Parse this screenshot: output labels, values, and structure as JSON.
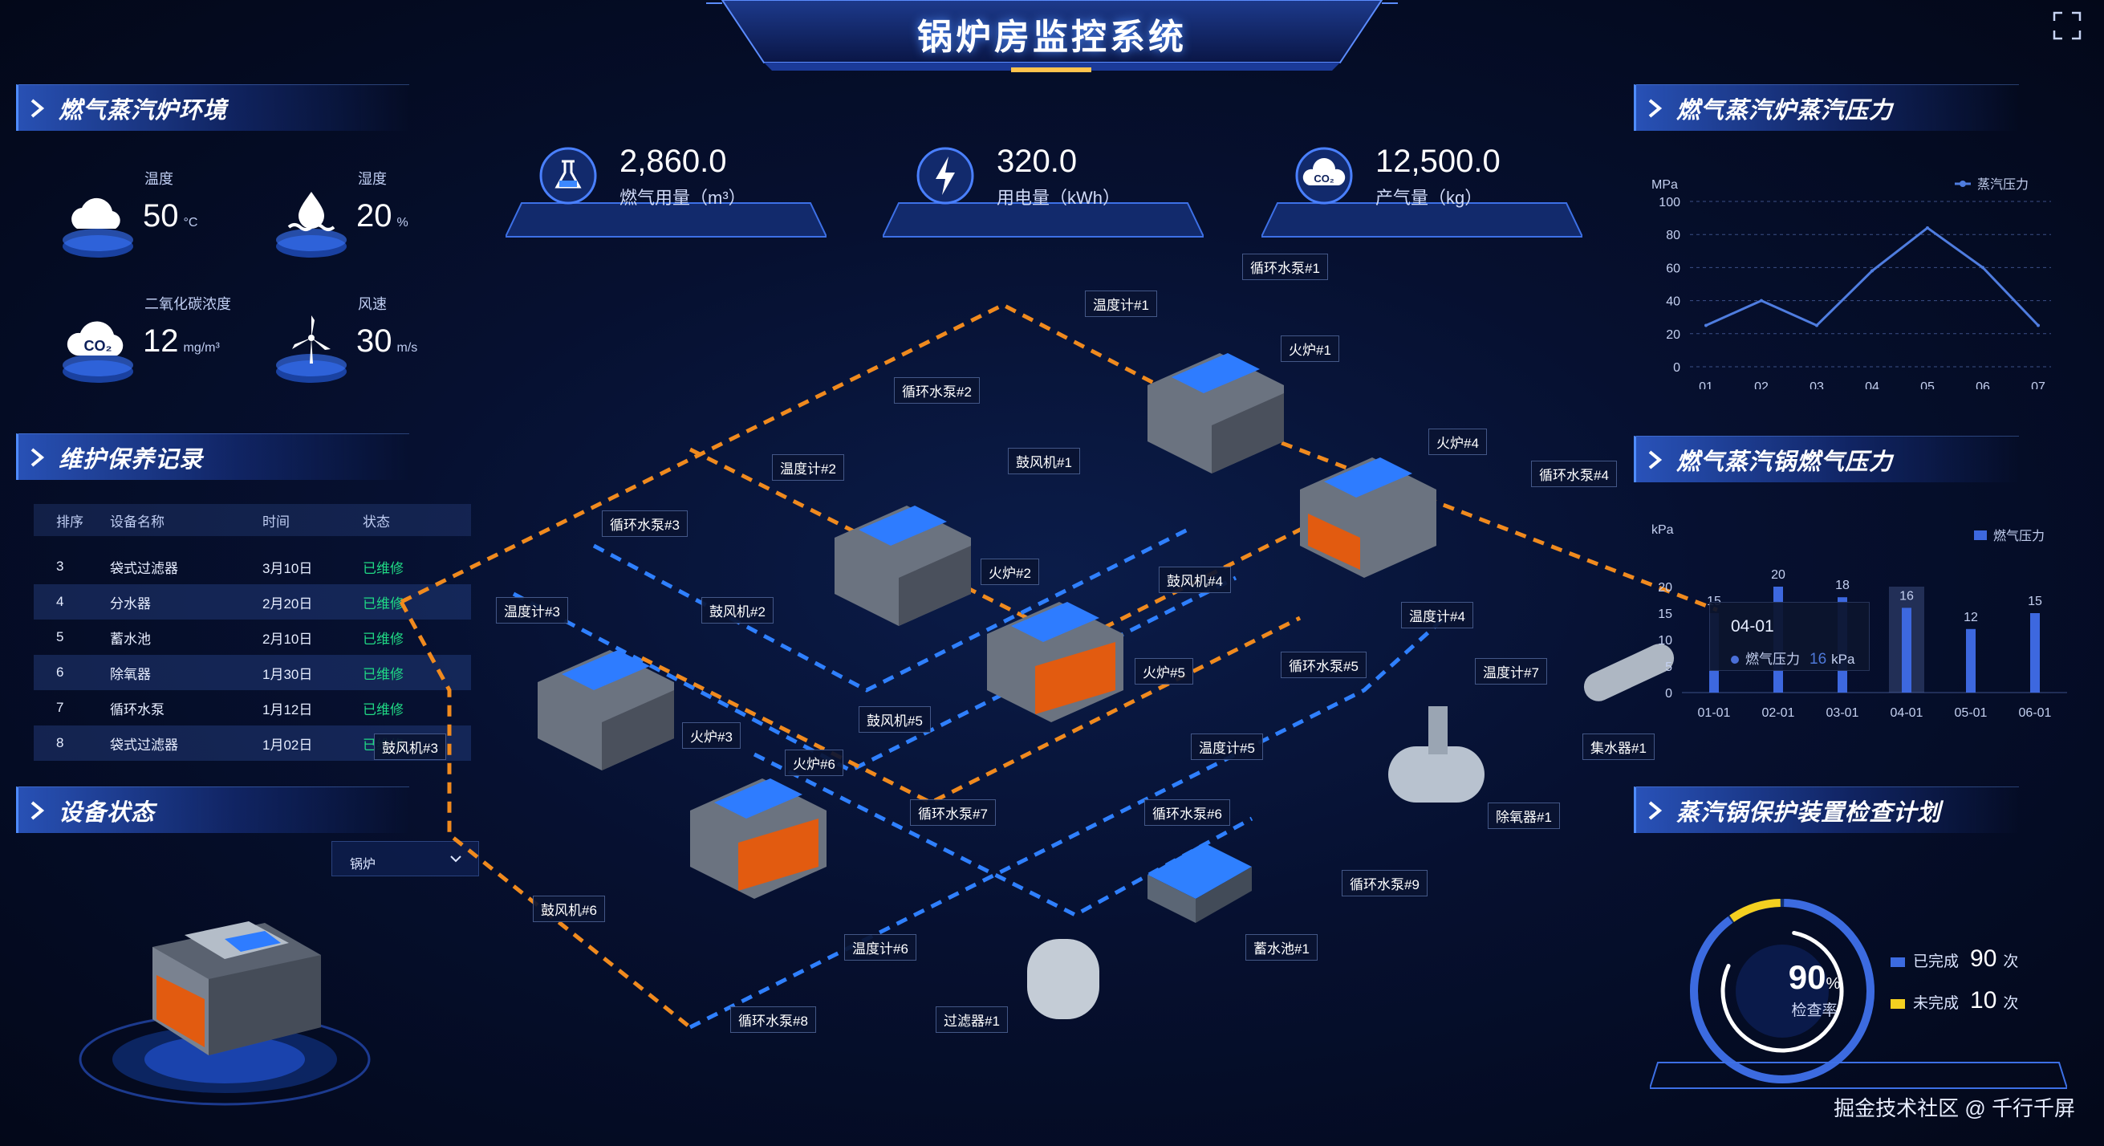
{
  "header": {
    "title": "锅炉房监控系统"
  },
  "environment": {
    "title": "燃气蒸汽炉环境",
    "items": [
      {
        "label": "温度",
        "value": "50",
        "unit": "°C",
        "icon": "cloud-icon"
      },
      {
        "label": "湿度",
        "value": "20",
        "unit": "%",
        "icon": "humidity-icon"
      },
      {
        "label": "二氧化碳浓度",
        "value": "12",
        "unit": "mg/m³",
        "icon": "co2-icon"
      },
      {
        "label": "风速",
        "value": "30",
        "unit": "m/s",
        "icon": "wind-turbine-icon"
      }
    ]
  },
  "maintenance": {
    "title": "维护保养记录",
    "columns": [
      "排序",
      "设备名称",
      "时间",
      "状态"
    ],
    "rows": [
      {
        "no": "3",
        "name": "袋式过滤器",
        "date": "3月10日",
        "status": "已维修"
      },
      {
        "no": "4",
        "name": "分水器",
        "date": "2月20日",
        "status": "已维修"
      },
      {
        "no": "5",
        "name": "蓄水池",
        "date": "2月10日",
        "status": "已维修"
      },
      {
        "no": "6",
        "name": "除氧器",
        "date": "1月30日",
        "status": "已维修"
      },
      {
        "no": "7",
        "name": "循环水泵",
        "date": "1月12日",
        "status": "已维修"
      },
      {
        "no": "8",
        "name": "袋式过滤器",
        "date": "1月02日",
        "status": "已维修"
      }
    ]
  },
  "device_status": {
    "title": "设备状态",
    "select_value": "锅炉"
  },
  "kpis": [
    {
      "value": "2,860.0",
      "label": "燃气用量（m³）",
      "icon": "gas-flask-icon"
    },
    {
      "value": "320.0",
      "label": "用电量（kWh）",
      "icon": "lightning-icon"
    },
    {
      "value": "12,500.0",
      "label": "产气量（kg）",
      "icon": "co2-icon"
    }
  ],
  "steam_pressure": {
    "title": "燃气蒸汽炉蒸汽压力",
    "chart_data": {
      "type": "line",
      "x": [
        "01",
        "02",
        "03",
        "04",
        "05",
        "06",
        "07"
      ],
      "series": [
        {
          "name": "蒸汽压力",
          "values": [
            25,
            40,
            25,
            58,
            84,
            60,
            25
          ]
        }
      ],
      "ylabel": "MPa",
      "yticks": [
        "0",
        "20",
        "40",
        "60",
        "80",
        "100"
      ],
      "ylim": [
        0,
        100
      ],
      "grid": true,
      "legend": "top-right",
      "color": "#4f7de0"
    }
  },
  "gas_pressure": {
    "title": "燃气蒸汽锅燃气压力",
    "chart_data": {
      "type": "bar",
      "categories": [
        "01-01",
        "02-01",
        "03-01",
        "04-01",
        "05-01",
        "06-01"
      ],
      "series": [
        {
          "name": "燃气压力",
          "values": [
            15,
            20,
            18,
            16,
            12,
            15
          ]
        }
      ],
      "data_labels": [
        "15",
        "20",
        "18",
        "16",
        "12",
        "15"
      ],
      "ylabel": "kPa",
      "yticks": [
        "0",
        "5",
        "10",
        "15",
        "20"
      ],
      "ylim": [
        0,
        20
      ],
      "legend": "top-right",
      "color": "#3d68df"
    },
    "tooltip": {
      "title": "04-01",
      "series": "燃气压力",
      "value": "16",
      "unit": "kPa"
    }
  },
  "inspection": {
    "title": "蒸汽锅保护装置检查计划",
    "rate": "90",
    "rate_unit": "%",
    "rate_label": "检查率",
    "completed_label": "已完成",
    "completed": "90",
    "pending_label": "未完成",
    "pending": "10",
    "count_unit": "次",
    "completed_color": "#3c6be0",
    "pending_color": "#f4d020"
  },
  "scene_tags": {
    "pump1": "循环水泵#1",
    "temp1": "温度计#1",
    "fire1": "火炉#1",
    "pump2": "循环水泵#2",
    "blower1": "鼓风机#1",
    "fire4": "火炉#4",
    "pump4": "循环水泵#4",
    "temp2": "温度计#2",
    "pump3": "循环水泵#3",
    "fire2": "火炉#2",
    "blower4": "鼓风机#4",
    "temp3": "温度计#3",
    "blower2": "鼓风机#2",
    "temp4": "温度计#4",
    "temp7": "温度计#7",
    "fire5": "火炉#5",
    "pump5": "循环水泵#5",
    "blower3": "鼓风机#3",
    "blower5": "鼓风机#5",
    "fire3": "火炉#3",
    "temp5": "温度计#5",
    "collector1": "集水器#1",
    "fire6": "火炉#6",
    "pump7": "循环水泵#7",
    "pump6": "循环水泵#6",
    "deaerator1": "除氧器#1",
    "pump9": "循环水泵#9",
    "blower6": "鼓风机#6",
    "temp6": "温度计#6",
    "tank1": "蓄水池#1",
    "filter1": "过滤器#1",
    "pump8": "循环水泵#8"
  },
  "watermark": "掘金技术社区 @ 千行千屏"
}
